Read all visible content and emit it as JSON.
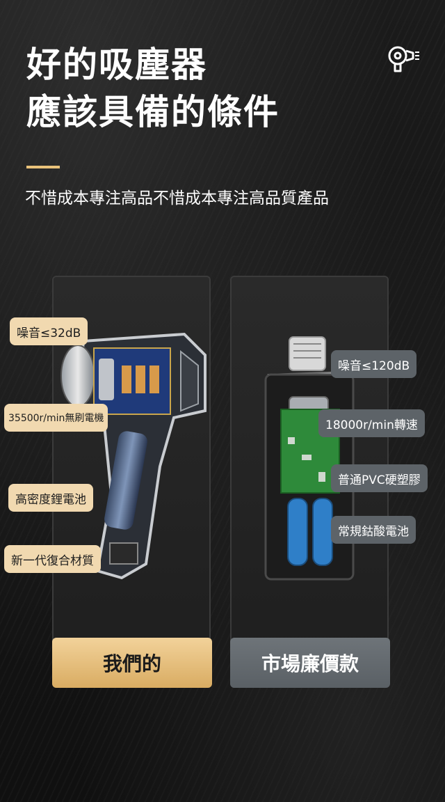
{
  "heading": {
    "line1": "好的吸塵器",
    "line2": "應該具備的條件"
  },
  "subtitle": "不惜成本專注高品不惜成本專注高品質產品",
  "logo": {
    "icon": "hair-dryer-icon",
    "color": "#ffffff"
  },
  "colors": {
    "accent": "#e9c27a",
    "gold_button": "#e4bd77",
    "gray_button": "#646a6f",
    "gold_label": "#f1d9b0",
    "gray_label": "#5d6368"
  },
  "ours": {
    "button_label": "我們的",
    "features": [
      "噪音≤32dB",
      "35500r/min無刷電機",
      "高密度鋰電池",
      "新一代復合材質"
    ]
  },
  "cheap": {
    "button_label": "市場廉價款",
    "features": [
      "噪音≤120dB",
      "18000r/min轉速",
      "普通PVC硬塑膠",
      "常規鈷酸電池"
    ]
  }
}
